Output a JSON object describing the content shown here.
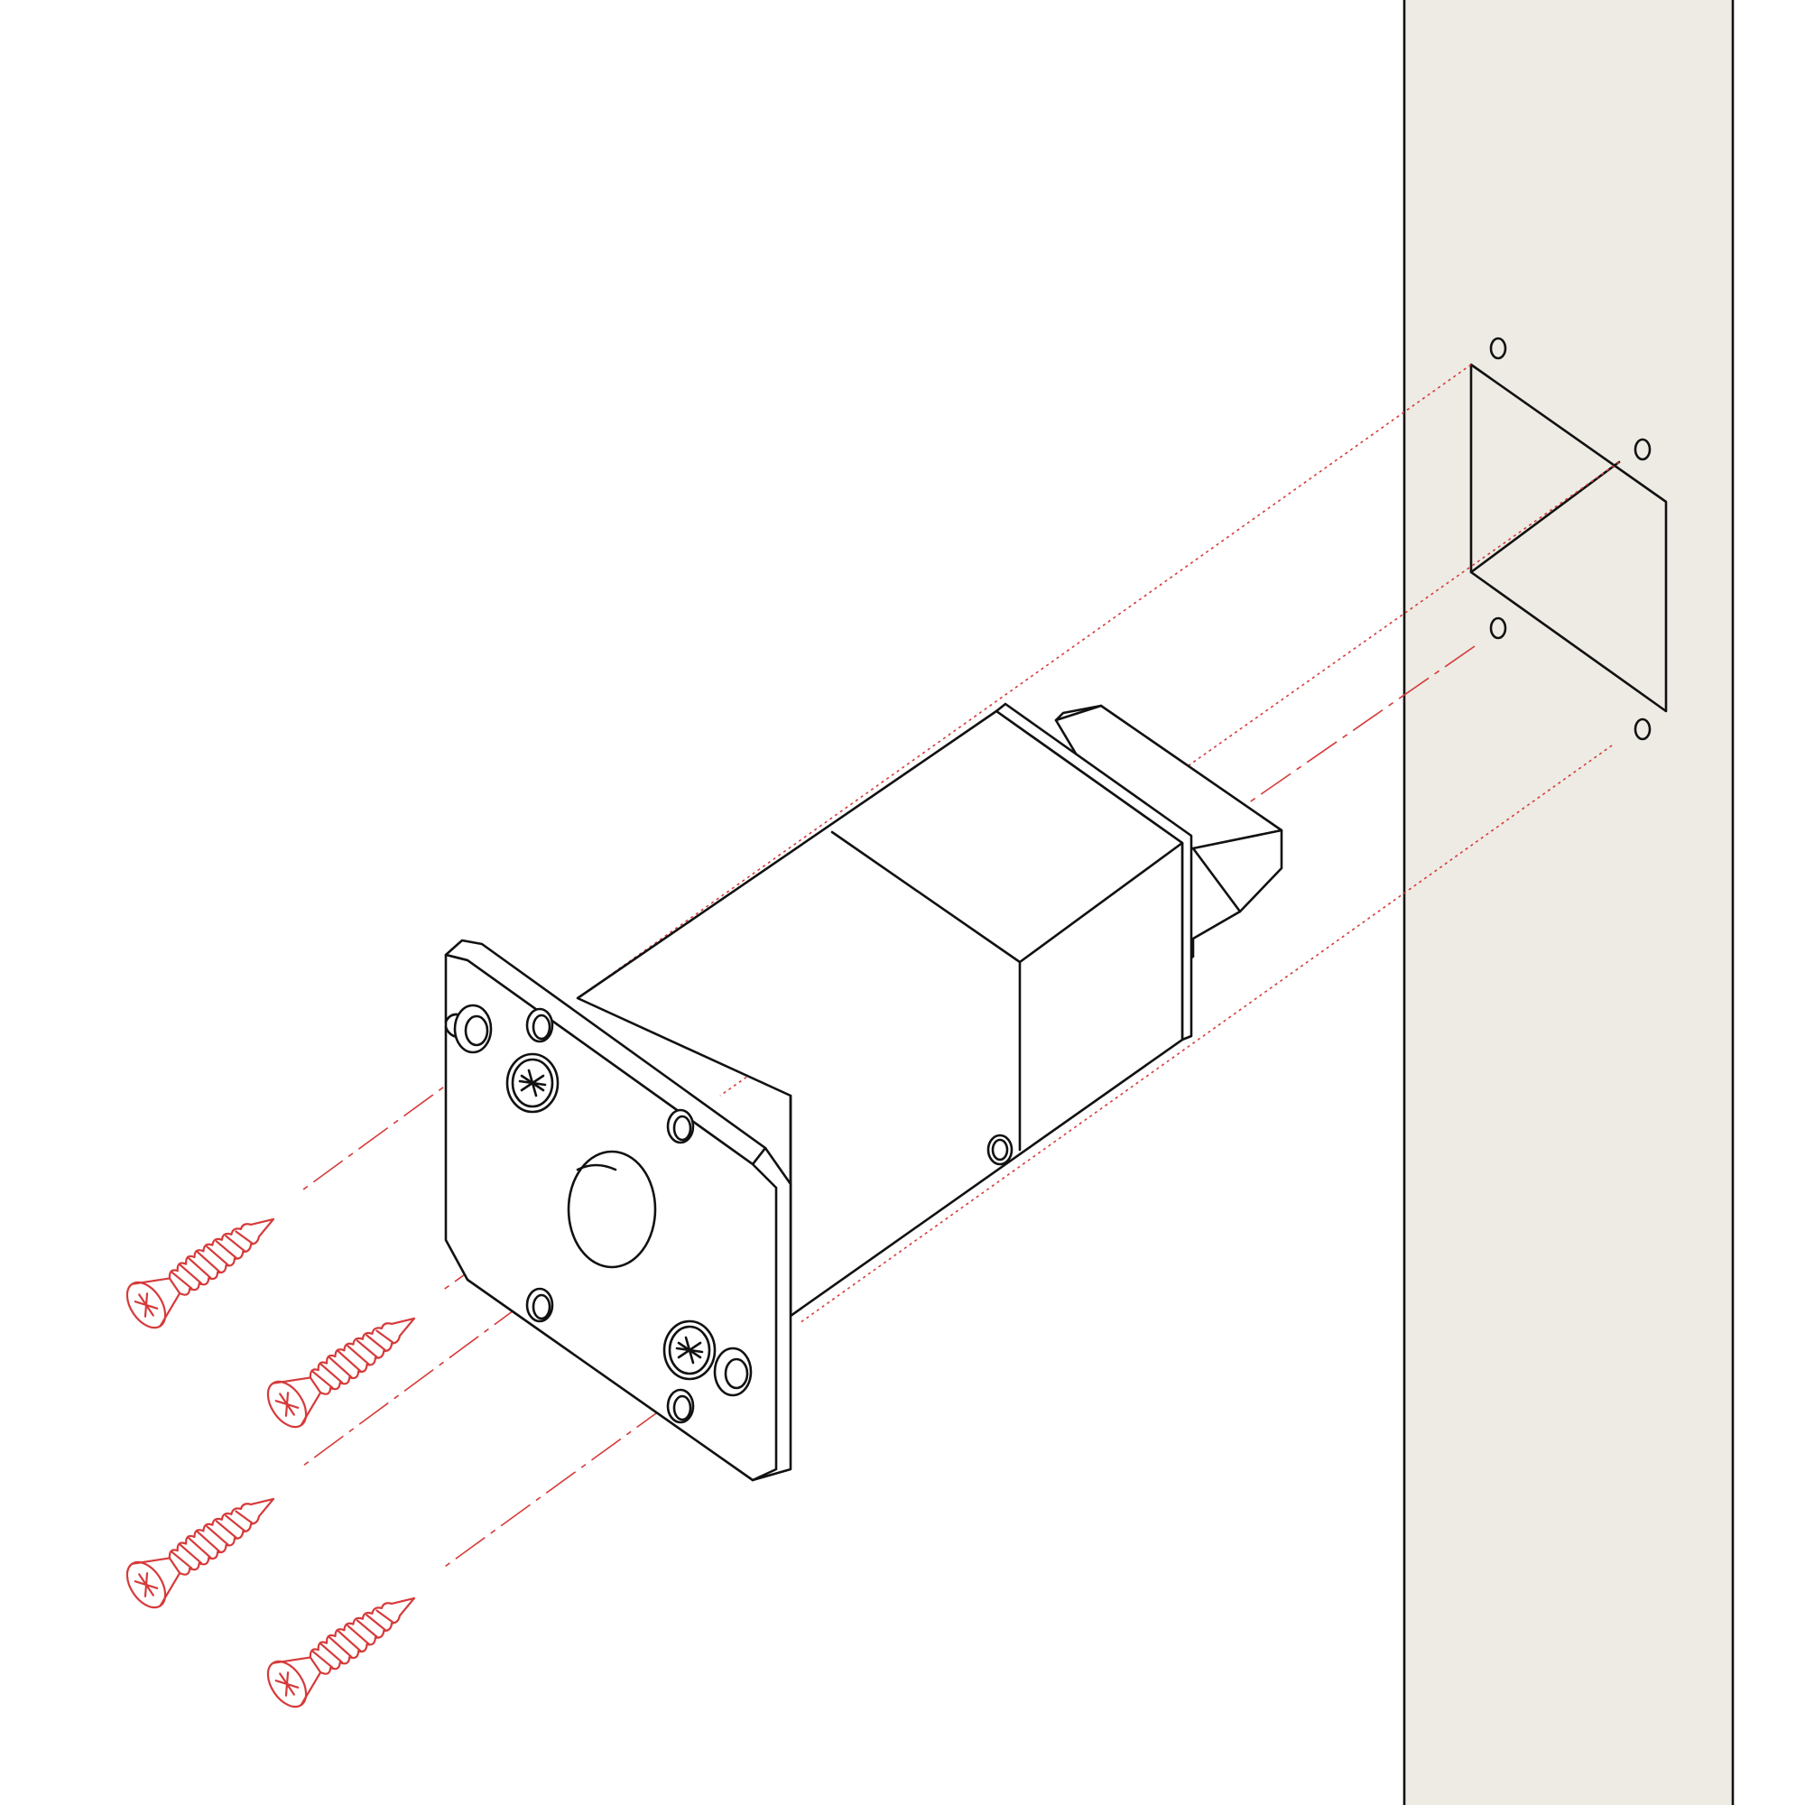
{
  "colors": {
    "background": "#ffffff",
    "wall": "#edebe4",
    "ink": "#111111",
    "accent": "#d63a3a"
  },
  "parts": {
    "wall": "wall-surface",
    "wall_cutout": "rectangular-mortise-cutout",
    "wall_holes": 4,
    "lock_body": "electric-strike-lock-body",
    "faceplate": "faceplate",
    "screws": 4,
    "screw_type": "countersunk-phillips-wood-screw"
  }
}
